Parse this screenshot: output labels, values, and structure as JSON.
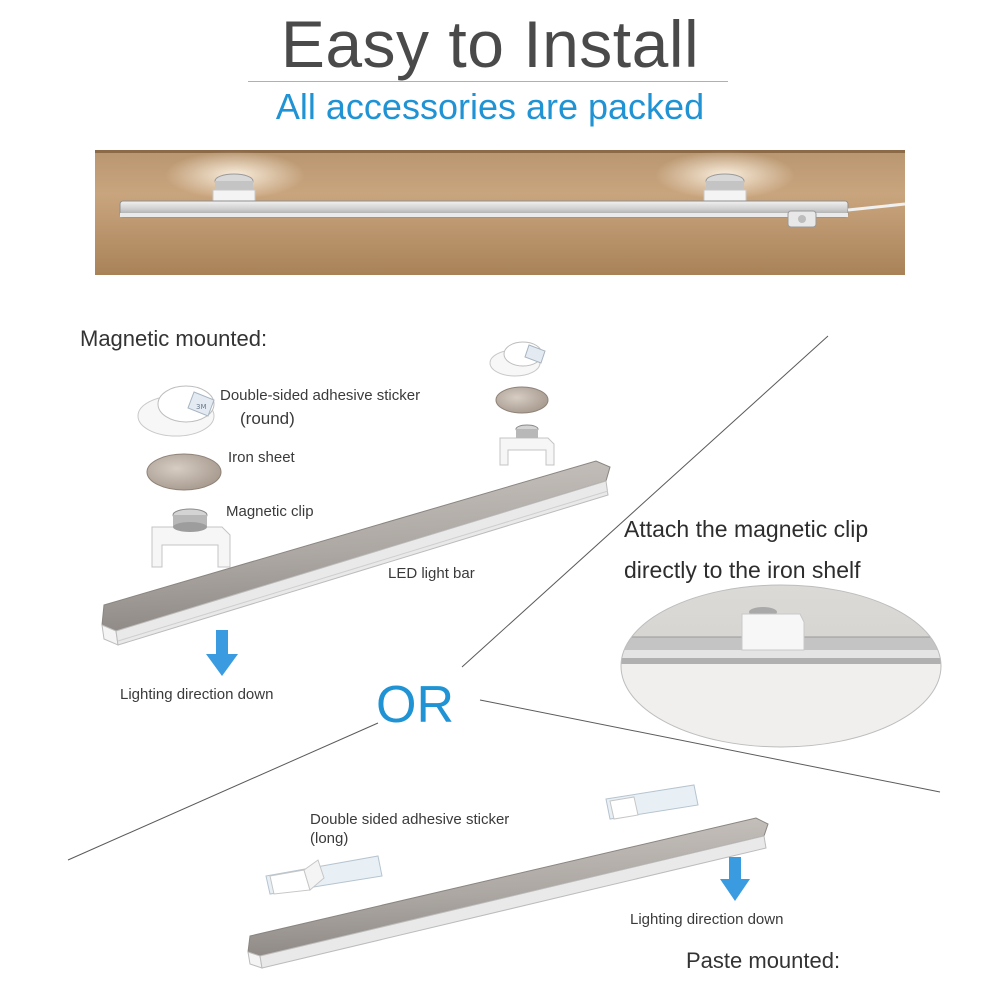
{
  "header": {
    "title": "Easy to Install",
    "subtitle": "All accessories are packed"
  },
  "magnetic": {
    "heading": "Magnetic mounted:",
    "sticker_label": "Double-sided adhesive sticker",
    "sticker_sublabel": "(round)",
    "iron_label": "Iron sheet",
    "clip_label": "Magnetic clip",
    "bar_label": "LED light bar",
    "direction_label": "Lighting direction down"
  },
  "attach": {
    "line1": "Attach the magnetic clip",
    "line2": "directly to the iron shelf"
  },
  "divider": {
    "or_text": "OR"
  },
  "paste": {
    "sticker_label": "Double sided adhesive sticker",
    "sticker_sublabel": "(long)",
    "direction_label": "Lighting direction down",
    "heading": "Paste mounted:"
  },
  "colors": {
    "accent_blue": "#1f93d4",
    "arrow_blue": "#3a9be0",
    "wood": "#b08a62",
    "aluminum": "#b9b9b9"
  }
}
